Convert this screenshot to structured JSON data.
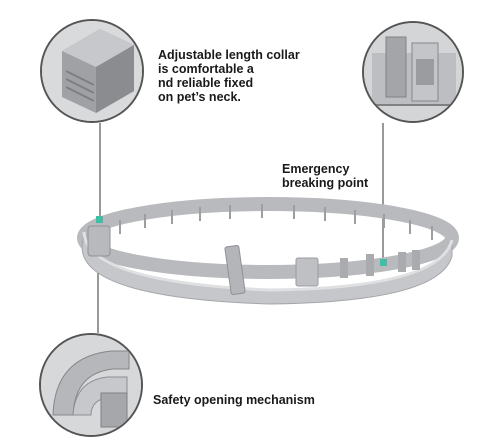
{
  "labels": {
    "collar": "Adjustable length collar\nis comfortable a\nnd reliable fixed\non pet’s neck.",
    "breaking": "Emergency\nbreaking point",
    "safety": "Safety opening mechanism"
  },
  "colors": {
    "accent": "#3fbfa6",
    "plastic": "#c9cacc",
    "plastic_dark": "#8f9194",
    "outline": "#555555"
  }
}
